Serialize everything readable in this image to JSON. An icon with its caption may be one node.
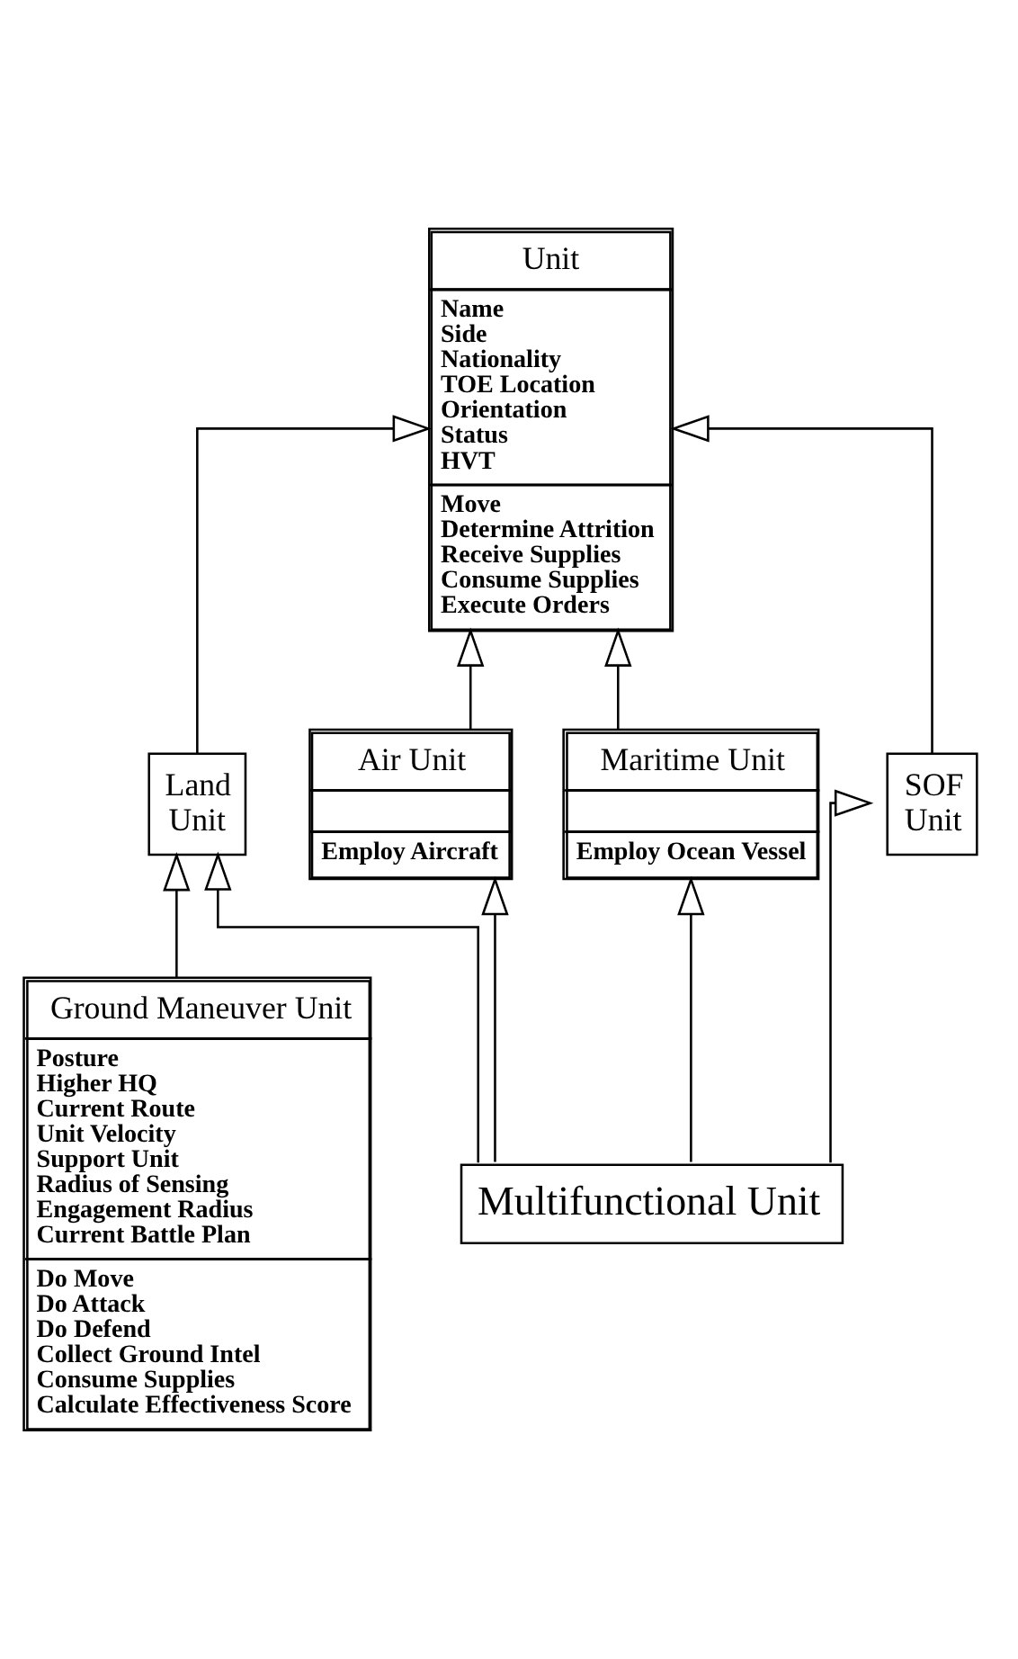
{
  "diagram": {
    "nodes": [
      {
        "text": [
          "Unit",
          "Name",
          "Side",
          "Nationality",
          "TOE Location",
          "Orientation",
          "Status",
          "HVT",
          "Move",
          "Determine Attrition",
          "Receive Supplies",
          "Consume Supplies",
          "Execute Orders"
        ]
      },
      {
        "text": [
          "Land Unit"
        ]
      },
      {
        "text": [
          "Air Unit",
          "Employ Aircraft"
        ]
      },
      {
        "text": [
          "Maritime Unit",
          "Employ Ocean Vessel"
        ]
      },
      {
        "text": [
          "SOF Unit"
        ]
      },
      {
        "text": [
          "Ground Maneuver Unit",
          "Posture",
          "Higher HQ",
          "Current Route",
          "Unit Velocity",
          "Support Unit",
          "Radius of Sensing",
          "Engagement Radius",
          "Current Battle Plan",
          "Do Move",
          "Do Attack",
          "Do Defend",
          "Collect Ground Intel",
          "Consume Supplies",
          "Calculate Effectiveness Score"
        ]
      },
      {
        "text": [
          "Multifunctional Unit"
        ]
      }
    ],
    "edges": [
      {
        "from": 1,
        "to": 0,
        "arrow": "to"
      },
      {
        "from": 2,
        "to": 0,
        "arrow": "to"
      },
      {
        "from": 3,
        "to": 0,
        "arrow": "to"
      },
      {
        "from": 4,
        "to": 0,
        "arrow": "to"
      },
      {
        "from": 5,
        "to": 1,
        "arrow": "to"
      },
      {
        "from": 6,
        "to": 1,
        "arrow": "to"
      },
      {
        "from": 6,
        "to": 2,
        "arrow": "to"
      },
      {
        "from": 6,
        "to": 3,
        "arrow": "to"
      },
      {
        "from": 6,
        "to": 4,
        "arrow": "to"
      }
    ]
  }
}
